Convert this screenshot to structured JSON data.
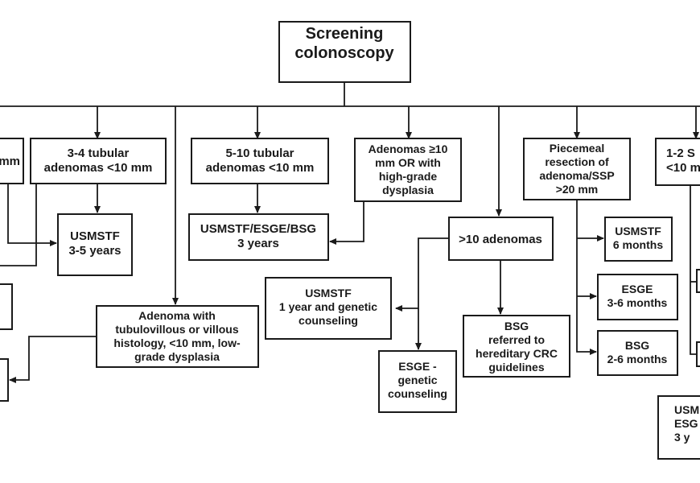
{
  "nodes": {
    "root": [
      "Screening",
      "colonoscopy"
    ],
    "left_cut_top": [
      "mm"
    ],
    "tubular_3_4": [
      "3-4 tubular",
      "adenomas <10 mm"
    ],
    "tubular_5_10": [
      "5-10 tubular",
      "adenomas <10 mm"
    ],
    "adenoma_10mm_hgd": [
      "Adenomas ≥10",
      "mm OR with",
      "high-grade",
      "dysplasia"
    ],
    "piecemeal": [
      "Piecemeal",
      "resection of",
      "adenoma/SSP",
      ">20 mm"
    ],
    "serrated_1_2": [
      "1-2 S",
      "<10 m"
    ],
    "usmstf_3_5": [
      "USMSTF",
      "3-5 years"
    ],
    "usmstf_esge_bsg_3": [
      "USMSTF/ESGE/BSG",
      "3 years"
    ],
    "gt10_adenomas": [
      ">10 adenomas"
    ],
    "usmstf_6m": [
      "USMSTF",
      "6 months"
    ],
    "tubulovillous": [
      "Adenoma with",
      "tubulovillous or villous",
      "histology, <10 mm, low-",
      "grade dysplasia"
    ],
    "usmstf_1yr_genetic": [
      "USMSTF",
      "1 year and genetic",
      "counseling"
    ],
    "esge_3_6m": [
      "ESGE",
      "3-6 months"
    ],
    "bsg_hereditary": [
      "BSG",
      "referred to",
      "hereditary CRC",
      "guidelines"
    ],
    "bsg_2_6m": [
      "BSG",
      "2-6 months"
    ],
    "esge_genetic": [
      "ESGE -",
      "genetic",
      "counseling"
    ],
    "usm_esg_3y_cut": [
      "USM",
      "ESG",
      "3 y"
    ]
  },
  "colors": {
    "line": "#1a1a1a",
    "box_fill": "#ffffff",
    "background": "#ffffff"
  }
}
